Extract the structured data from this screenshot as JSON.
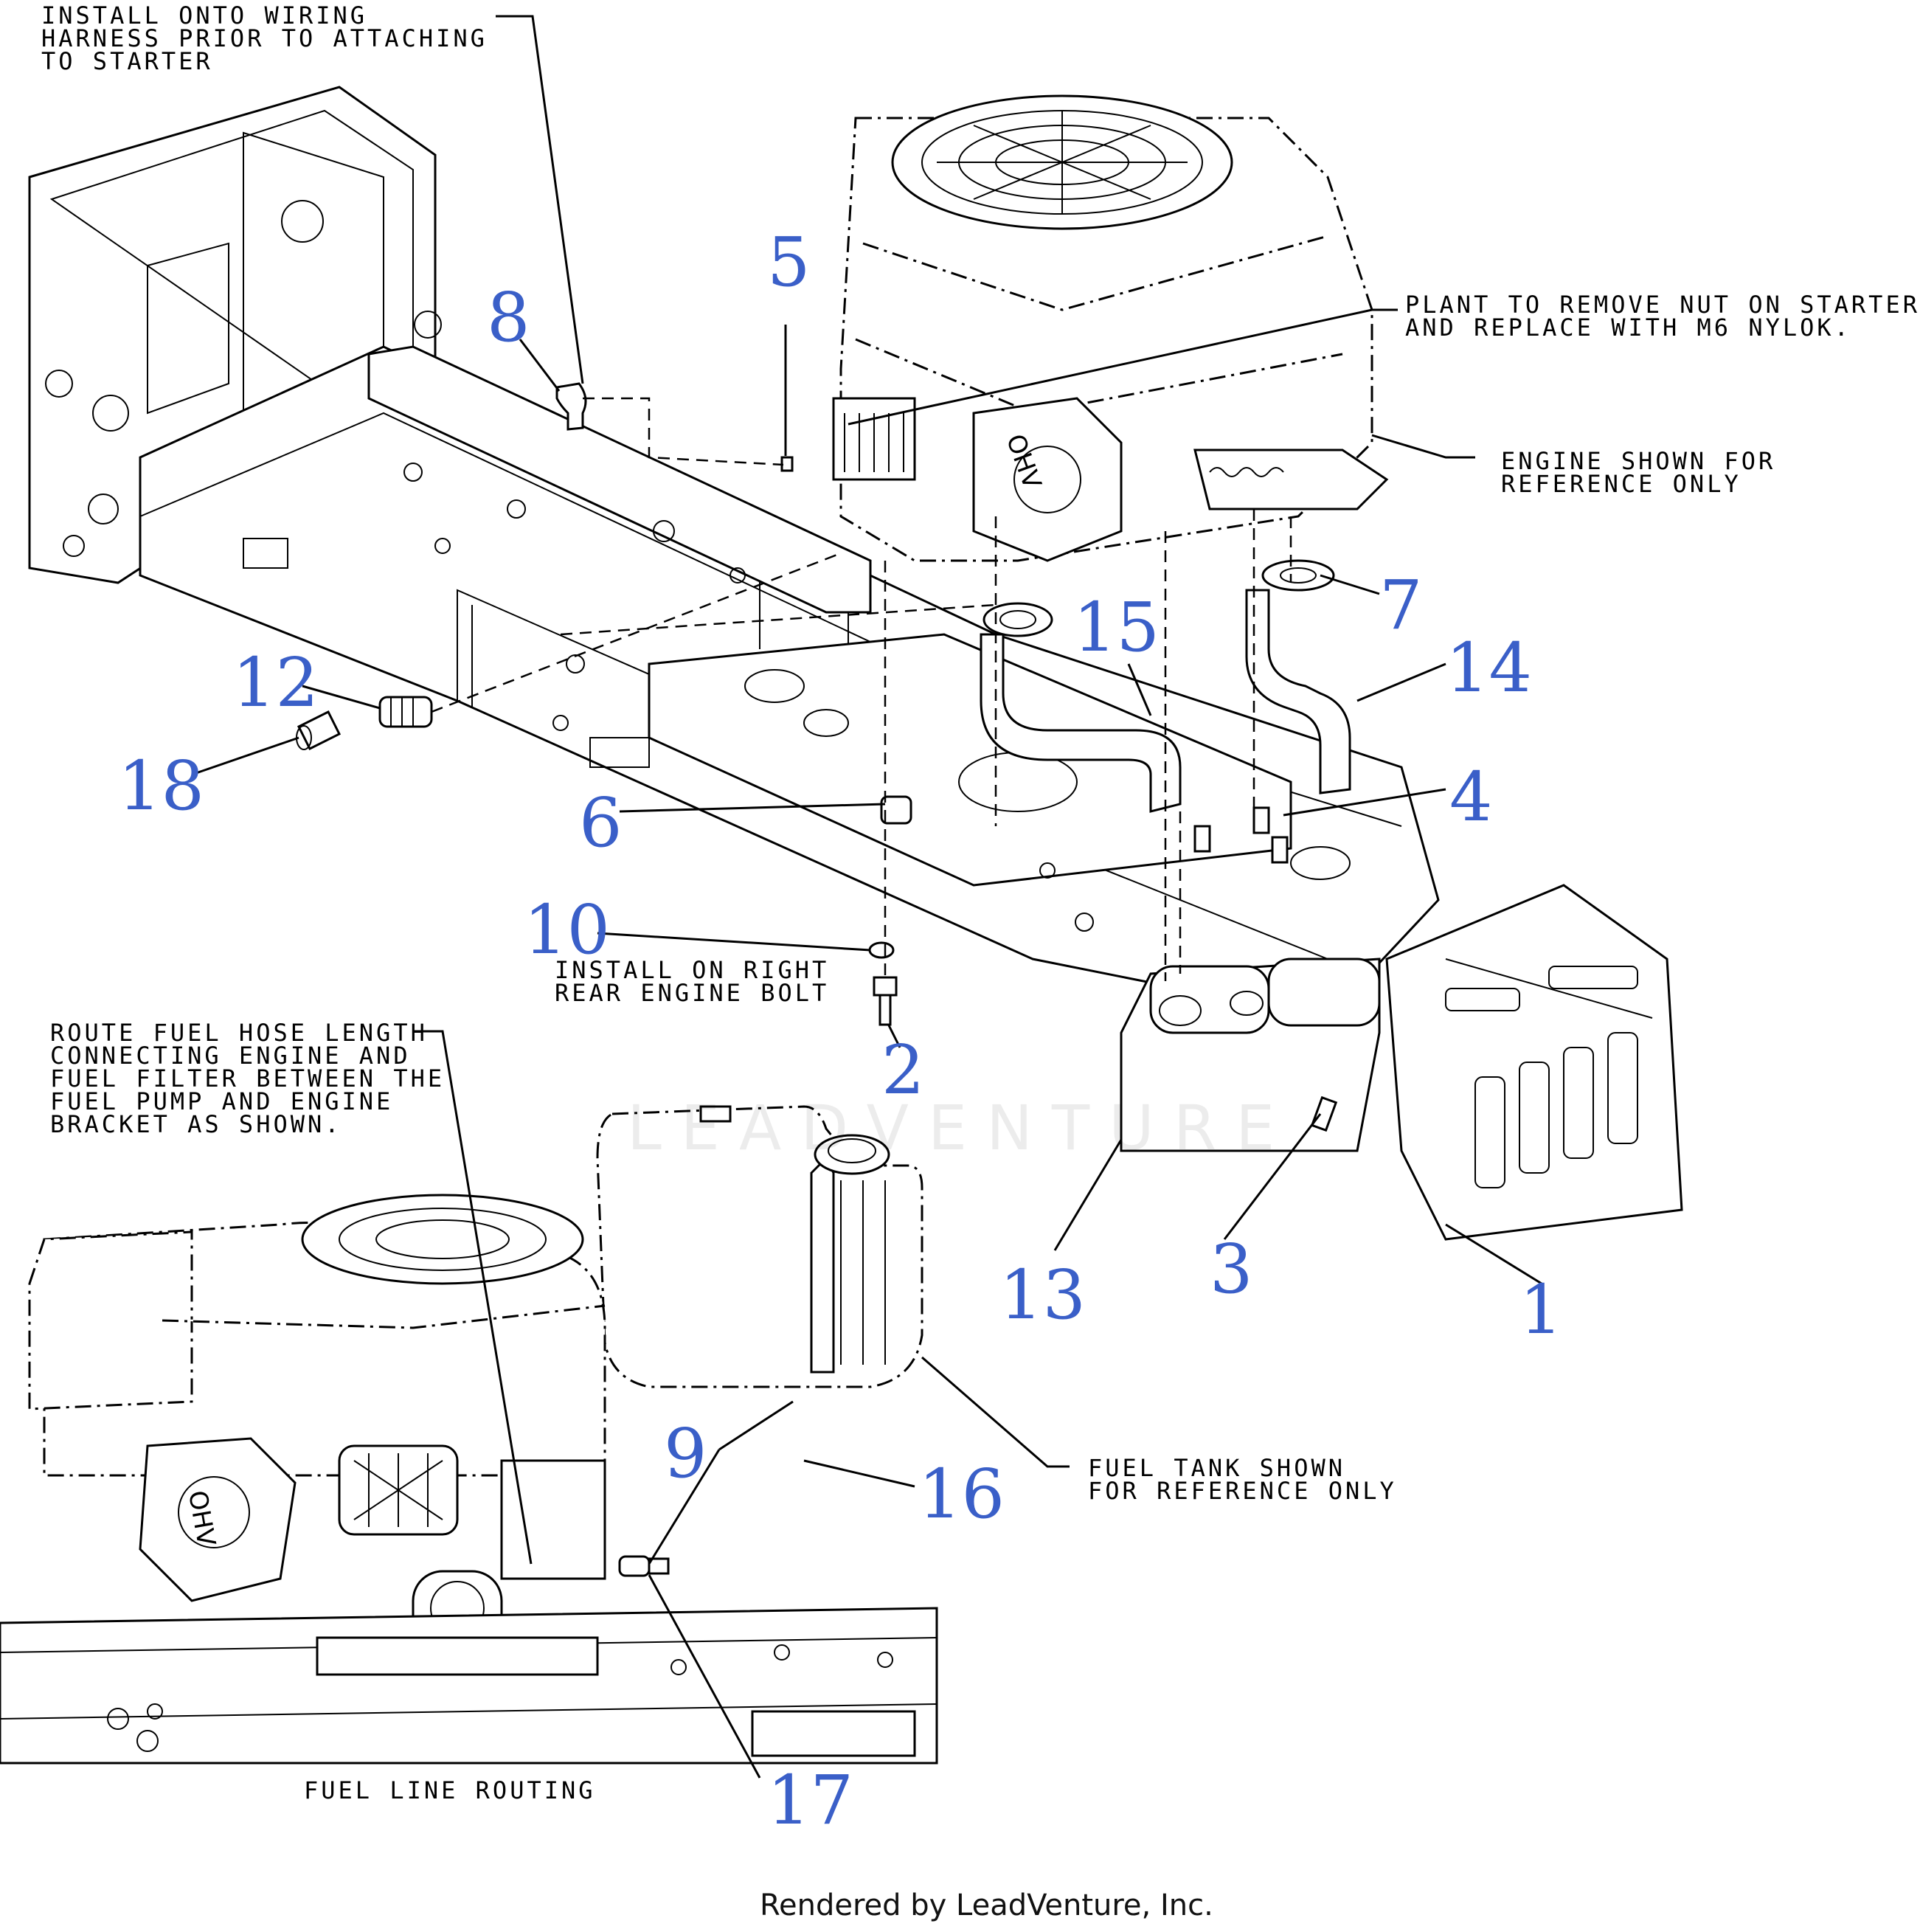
{
  "callouts": [
    {
      "id": "c1",
      "text": "1"
    },
    {
      "id": "c2",
      "text": "2"
    },
    {
      "id": "c3",
      "text": "3"
    },
    {
      "id": "c4",
      "text": "4"
    },
    {
      "id": "c5",
      "text": "5"
    },
    {
      "id": "c6",
      "text": "6"
    },
    {
      "id": "c7",
      "text": "7"
    },
    {
      "id": "c8",
      "text": "8"
    },
    {
      "id": "c9",
      "text": "9"
    },
    {
      "id": "c10",
      "text": "10"
    },
    {
      "id": "c12",
      "text": "12"
    },
    {
      "id": "c13",
      "text": "13"
    },
    {
      "id": "c14",
      "text": "14"
    },
    {
      "id": "c15",
      "text": "15"
    },
    {
      "id": "c16",
      "text": "16"
    },
    {
      "id": "c17",
      "text": "17"
    },
    {
      "id": "c18",
      "text": "18"
    }
  ],
  "notes": {
    "wiring": "INSTALL ONTO WIRING\nHARNESS PRIOR TO ATTACHING\nTO STARTER",
    "starter_nut": "PLANT TO REMOVE NUT ON STARTER\nAND REPLACE WITH M6 NYLOK.",
    "engine_ref": "ENGINE SHOWN FOR\nREFERENCE ONLY",
    "right_rear_bolt": "INSTALL ON RIGHT\nREAR ENGINE BOLT",
    "fuel_hose": "ROUTE FUEL HOSE LENGTH\nCONNECTING ENGINE AND\nFUEL FILTER BETWEEN THE\nFUEL PUMP AND ENGINE\nBRACKET AS SHOWN.",
    "fuel_tank_ref": "FUEL TANK SHOWN\nFOR REFERENCE ONLY",
    "fuel_line_routing": "FUEL LINE ROUTING"
  },
  "engine_marking": "OHV",
  "watermark": "LEADVENTURE",
  "footer": "Rendered by LeadVenture, Inc.",
  "colors": {
    "callout": "#3a5fc8",
    "line": "#000000"
  }
}
